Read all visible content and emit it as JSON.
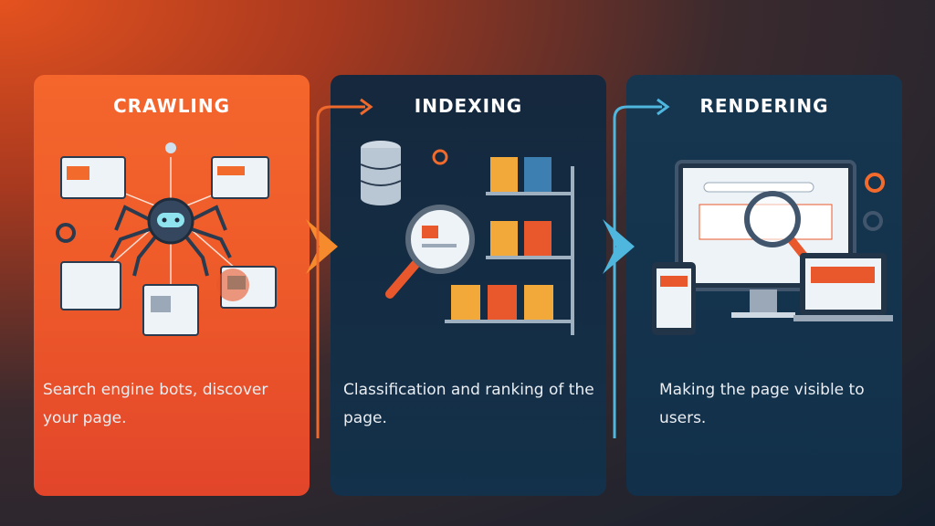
{
  "steps": [
    {
      "title": "CRAWLING",
      "description": "Search engine bots, discover your page.",
      "color": "#f4662c"
    },
    {
      "title": "INDEXING",
      "description": "Classification and ranking of the page.",
      "color": "#15283d"
    },
    {
      "title": "RENDERING",
      "description": "Making the page visible to users.",
      "color": "#163650"
    }
  ]
}
